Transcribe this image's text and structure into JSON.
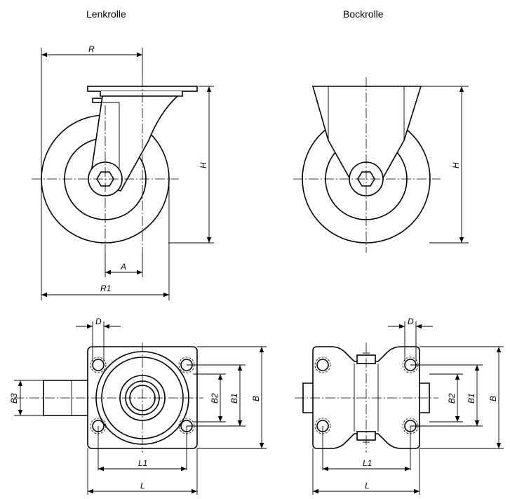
{
  "titles": {
    "left": "Lenkrolle",
    "right": "Bockrolle"
  },
  "labels": {
    "R": "R",
    "H": "H",
    "A": "A",
    "R1": "R1",
    "D": "D",
    "B": "B",
    "B1": "B1",
    "B2": "B2",
    "B3": "B3",
    "L": "L",
    "L1": "L1"
  }
}
